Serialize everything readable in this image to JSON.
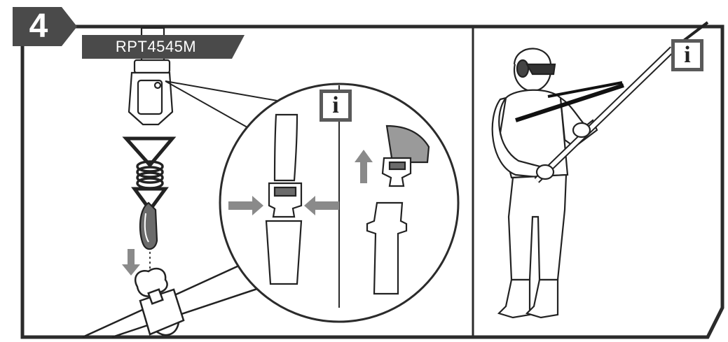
{
  "step": {
    "number": "4"
  },
  "model": {
    "label": "RPT4545M"
  },
  "info_icon": {
    "glyph": "i"
  },
  "colors": {
    "frame": "#2b2b2b",
    "badge": "#4a4a4a",
    "arrow": "#8a8a8a",
    "strap": "#9a9a9a"
  }
}
